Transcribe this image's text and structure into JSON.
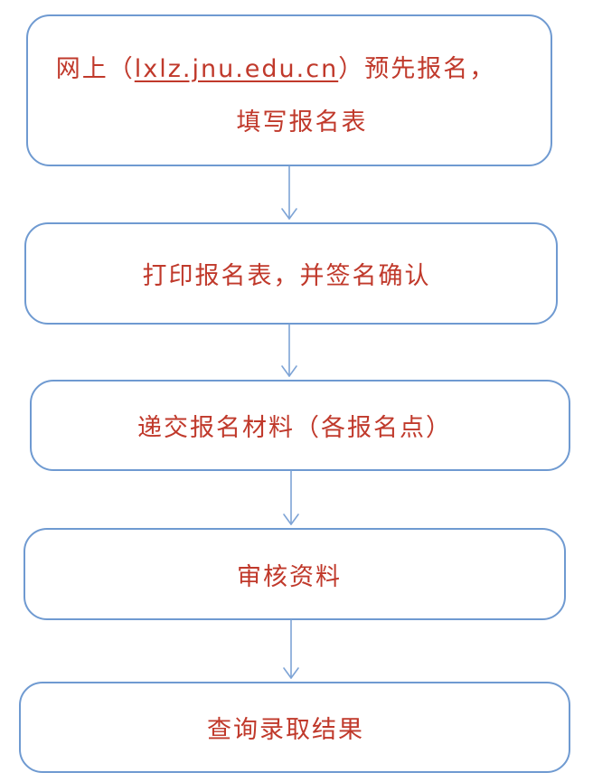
{
  "flow": {
    "steps": [
      {
        "line1_prefix": "网上（",
        "line1_link": "lxlz.jnu.edu.cn",
        "line1_suffix": "）预先报名，",
        "line2": "填写报名表"
      },
      {
        "text": "打印报名表，并签名确认"
      },
      {
        "text": "递交报名材料（各报名点）"
      },
      {
        "text": "审核资料"
      },
      {
        "text": "查询录取结果"
      }
    ],
    "colors": {
      "border": "#6f9ad1",
      "text": "#c0392b",
      "arrow": "#7ea4d6"
    }
  }
}
